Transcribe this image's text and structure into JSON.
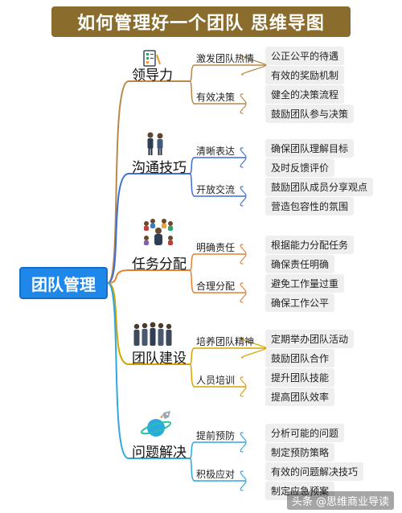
{
  "title": "如何管理好一个团队  思维导图",
  "root": "团队管理",
  "colors": {
    "title_bg": "#8a6d2c",
    "root_bg": "#1f86ea",
    "branch1": "#b8894a",
    "branch2": "#3d6fd6",
    "branch3": "#e77f2c",
    "branch4": "#d7a300",
    "branch5": "#2da8e0",
    "leaf_bg": "#efefef"
  },
  "branches": [
    {
      "label": "领导力",
      "icon": "checklist-pen-icon",
      "subs": [
        {
          "label": "激发团队热情",
          "leaves": [
            "公正公平的待遇",
            "有效的奖励机制"
          ]
        },
        {
          "label": "有效决策",
          "leaves": [
            "健全的决策流程",
            "鼓励团队参与决策"
          ]
        }
      ]
    },
    {
      "label": "沟通技巧",
      "icon": "two-people-talking-icon",
      "subs": [
        {
          "label": "清晰表达",
          "leaves": [
            "确保团队理解目标",
            "及时反馈评价"
          ]
        },
        {
          "label": "开放交流",
          "leaves": [
            "鼓励团队成员分享观点",
            "营造包容性的氛围"
          ]
        }
      ]
    },
    {
      "label": "任务分配",
      "icon": "team-leader-icon",
      "subs": [
        {
          "label": "明确责任",
          "leaves": [
            "根据能力分配任务",
            "确保责任明确"
          ]
        },
        {
          "label": "合理分配",
          "leaves": [
            "避免工作量过重",
            "确保工作公平"
          ]
        }
      ]
    },
    {
      "label": "团队建设",
      "icon": "business-team-icon",
      "subs": [
        {
          "label": "培养团队精神",
          "leaves": [
            "定期举办团队活动",
            "鼓励团队合作"
          ]
        },
        {
          "label": "人员培训",
          "leaves": [
            "提升团队技能",
            "提高团队效率"
          ]
        }
      ]
    },
    {
      "label": "问题解决",
      "icon": "planet-rocket-icon",
      "subs": [
        {
          "label": "提前预防",
          "leaves": [
            "分析可能的问题",
            "制定预防策略"
          ]
        },
        {
          "label": "积极应对",
          "leaves": [
            "有效的问题解决技巧",
            "制定应急预案"
          ]
        }
      ]
    }
  ],
  "watermark": "头条 @思维商业导读"
}
